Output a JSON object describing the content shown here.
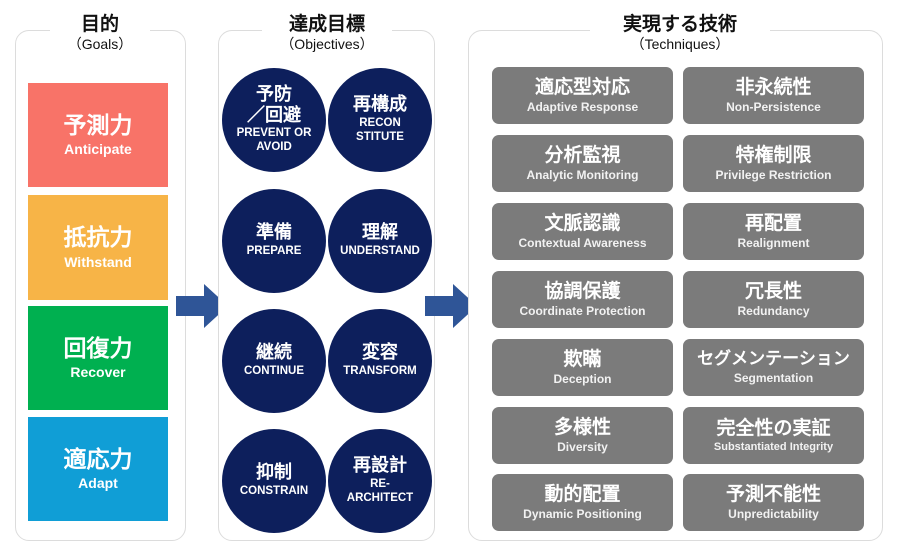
{
  "colors": {
    "anticipate": "#f87368",
    "withstand": "#f7b447",
    "recover": "#00b050",
    "adapt": "#109ed6",
    "objective_circle": "#0d1f5c",
    "technique_box": "#7b7b7b",
    "arrow": "#2f5597"
  },
  "goals": {
    "title": "目的",
    "subtitle": "（Goals）",
    "items": [
      {
        "jp": "予測力",
        "en": "Anticipate",
        "color_key": "anticipate"
      },
      {
        "jp": "抵抗力",
        "en": "Withstand",
        "color_key": "withstand"
      },
      {
        "jp": "回復力",
        "en": "Recover",
        "color_key": "recover"
      },
      {
        "jp": "適応力",
        "en": "Adapt",
        "color_key": "adapt"
      }
    ]
  },
  "objectives": {
    "title": "達成目標",
    "subtitle": "（Objectives）",
    "items": [
      {
        "jp": "予防\n／回避",
        "en": "PREVENT OR\nAVOID"
      },
      {
        "jp": "再構成",
        "en": "RECON\nSTITUTE"
      },
      {
        "jp": "準備",
        "en": "PREPARE"
      },
      {
        "jp": "理解",
        "en": "UNDERSTAND"
      },
      {
        "jp": "継続",
        "en": "CONTINUE"
      },
      {
        "jp": "変容",
        "en": "TRANSFORM"
      },
      {
        "jp": "抑制",
        "en": "CONSTRAIN"
      },
      {
        "jp": "再設計",
        "en": "RE-\nARCHITECT"
      }
    ]
  },
  "techniques": {
    "title": "実現する技術",
    "subtitle": "（Techniques）",
    "items": [
      {
        "jp": "適応型対応",
        "en": "Adaptive Response"
      },
      {
        "jp": "非永続性",
        "en": "Non-Persistence"
      },
      {
        "jp": "分析監視",
        "en": "Analytic Monitoring"
      },
      {
        "jp": "特権制限",
        "en": "Privilege Restriction"
      },
      {
        "jp": "文脈認識",
        "en": "Contextual Awareness"
      },
      {
        "jp": "再配置",
        "en": "Realignment"
      },
      {
        "jp": "協調保護",
        "en": "Coordinate Protection"
      },
      {
        "jp": "冗長性",
        "en": "Redundancy"
      },
      {
        "jp": "欺瞞",
        "en": "Deception"
      },
      {
        "jp": "セグメンテーション",
        "en": "Segmentation"
      },
      {
        "jp": "多様性",
        "en": "Diversity"
      },
      {
        "jp": "完全性の実証",
        "en": "Substantiated Integrity"
      },
      {
        "jp": "動的配置",
        "en": "Dynamic Positioning"
      },
      {
        "jp": "予測不能性",
        "en": "Unpredictability"
      }
    ]
  }
}
